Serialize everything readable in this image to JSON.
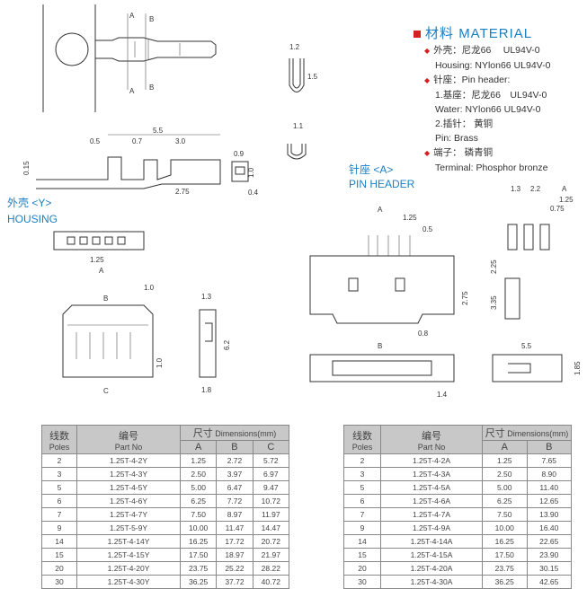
{
  "material": {
    "title_cn": "材料",
    "title": "MATERIAL",
    "lines": [
      "外壳：尼龙66　 UL94V-0",
      "Housing:  NYlon66   UL94V-0",
      "针座：Pin header:",
      "1.基座：尼龙66　UL94V-0",
      "Water:   NYlon66  UL94V-0",
      "2.插针：  黄铜",
      "Pin:  Brass",
      "端子：  磷青铜",
      "Terminal:  Phosphor bronze"
    ]
  },
  "labels": {
    "housing_cn": "外壳 <Y>",
    "housing": "HOUSING",
    "pin_cn": "针座 <A>",
    "pin": "PIN HEADER"
  },
  "dims": {
    "a": "A",
    "b": "B",
    "c": "C",
    "d12": "1.2",
    "d15": "1.5",
    "d11": "1.1",
    "d55": "5.5",
    "d05": "0.5",
    "d07": "0.7",
    "d30": "3.0",
    "d015": "0.15",
    "d275": "2.75",
    "d09": "0.9",
    "d10": "1.0",
    "d04": "0.4",
    "d125": "1.25",
    "d13": "1.3",
    "d62": "6.2",
    "d18": "1.8",
    "d08": "0.8",
    "d14": "1.4",
    "d22": "2.2",
    "d075": "0.75",
    "d225": "2.25",
    "d335": "3.35",
    "d185": "1.85"
  },
  "table_y": {
    "h_poles_cn": "线数",
    "h_poles": "Poles",
    "h_part_cn": "编号",
    "h_part": "Part No",
    "h_dim_cn": "尺寸",
    "h_dim": "Dimensions(mm)",
    "cols": [
      "A",
      "B",
      "C"
    ],
    "rows": [
      [
        "2",
        "1.25T-4-2Y",
        "1.25",
        "2.72",
        "5.72"
      ],
      [
        "3",
        "1.25T-4-3Y",
        "2.50",
        "3.97",
        "6.97"
      ],
      [
        "5",
        "1.25T-4-5Y",
        "5.00",
        "6.47",
        "9.47"
      ],
      [
        "6",
        "1.25T-4-6Y",
        "6.25",
        "7.72",
        "10.72"
      ],
      [
        "7",
        "1.25T-4-7Y",
        "7.50",
        "8.97",
        "11.97"
      ],
      [
        "9",
        "1.25T-5-9Y",
        "10.00",
        "11.47",
        "14.47"
      ],
      [
        "14",
        "1.25T-4-14Y",
        "16.25",
        "17.72",
        "20.72"
      ],
      [
        "15",
        "1.25T-4-15Y",
        "17.50",
        "18.97",
        "21.97"
      ],
      [
        "20",
        "1.25T-4-20Y",
        "23.75",
        "25.22",
        "28.22"
      ],
      [
        "30",
        "1.25T-4-30Y",
        "36.25",
        "37.72",
        "40.72"
      ]
    ]
  },
  "table_a": {
    "h_poles_cn": "线数",
    "h_poles": "Poles",
    "h_part_cn": "编号",
    "h_part": "Part No",
    "h_dim_cn": "尺寸",
    "h_dim": "Dimensions(mm)",
    "cols": [
      "A",
      "B"
    ],
    "rows": [
      [
        "2",
        "1.25T-4-2A",
        "1.25",
        "7.65"
      ],
      [
        "3",
        "1.25T-4-3A",
        "2.50",
        "8.90"
      ],
      [
        "5",
        "1.25T-4-5A",
        "5.00",
        "11.40"
      ],
      [
        "6",
        "1.25T-4-6A",
        "6.25",
        "12.65"
      ],
      [
        "7",
        "1.25T-4-7A",
        "7.50",
        "13.90"
      ],
      [
        "9",
        "1.25T-4-9A",
        "10.00",
        "16.40"
      ],
      [
        "14",
        "1.25T-4-14A",
        "16.25",
        "22.65"
      ],
      [
        "15",
        "1.25T-4-15A",
        "17.50",
        "23.90"
      ],
      [
        "20",
        "1.25T-4-20A",
        "23.75",
        "30.15"
      ],
      [
        "30",
        "1.25T-4-30A",
        "36.25",
        "42.65"
      ]
    ]
  }
}
